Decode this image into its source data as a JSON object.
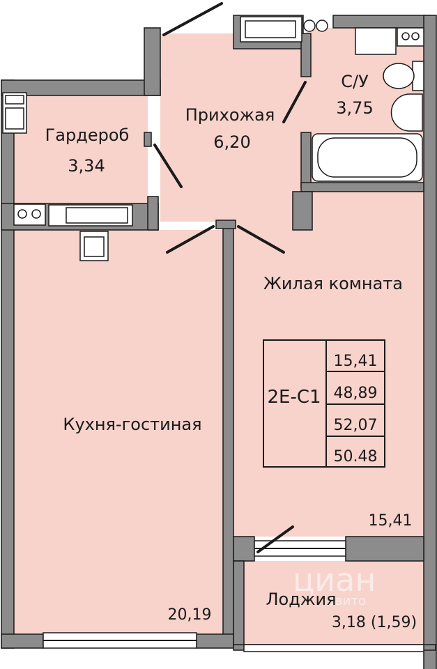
{
  "rooms": {
    "hallway": {
      "name": "Прихожая",
      "area": "6,20"
    },
    "wardrobe": {
      "name": "Гардероб",
      "area": "3,34"
    },
    "bathroom": {
      "name": "С/У",
      "area": "3,75"
    },
    "living_room": {
      "name": "Жилая комната",
      "area": "15,41"
    },
    "kitchen_living": {
      "name": "Кухня-гостиная",
      "area": "20,19"
    },
    "loggia": {
      "name": "Лоджия",
      "area": "3,18 (1,59)"
    }
  },
  "summary": {
    "code": "2E-C1",
    "values": [
      "15,41",
      "48,89",
      "52,07",
      "50.48"
    ]
  },
  "watermark": {
    "text": "циан",
    "subtext": "авито"
  },
  "colors": {
    "room_fill": "#f7d3cc",
    "wall_fill": "#8c8c8c",
    "line": "#1a1a1a"
  }
}
